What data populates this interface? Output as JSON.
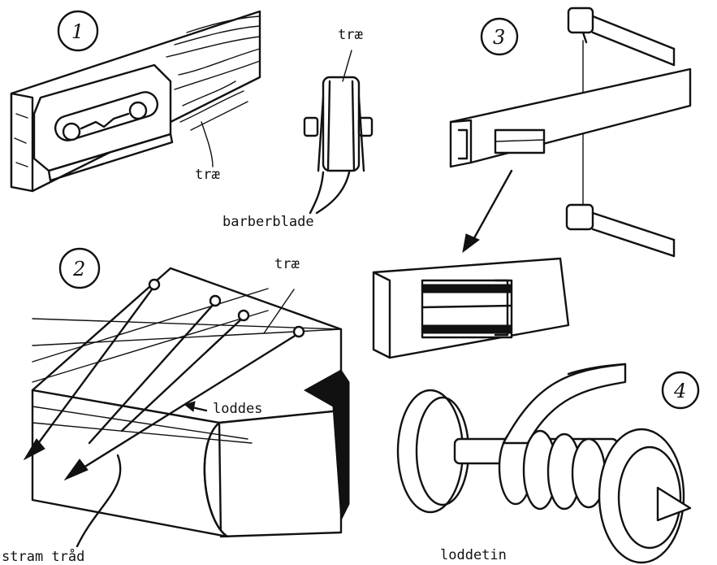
{
  "panels": [
    {
      "number": "1",
      "labels": {
        "wood_strip": "træ",
        "wood_top": "træ",
        "blades": "barberblade"
      }
    },
    {
      "number": "2",
      "labels": {
        "wood": "træ",
        "solder": "loddes",
        "thread": "stram tråd"
      }
    },
    {
      "number": "3"
    },
    {
      "number": "4",
      "labels": {
        "solder_tin": "loddetin"
      }
    }
  ],
  "colors": {
    "ink": "#111111",
    "paper": "#ffffff"
  }
}
